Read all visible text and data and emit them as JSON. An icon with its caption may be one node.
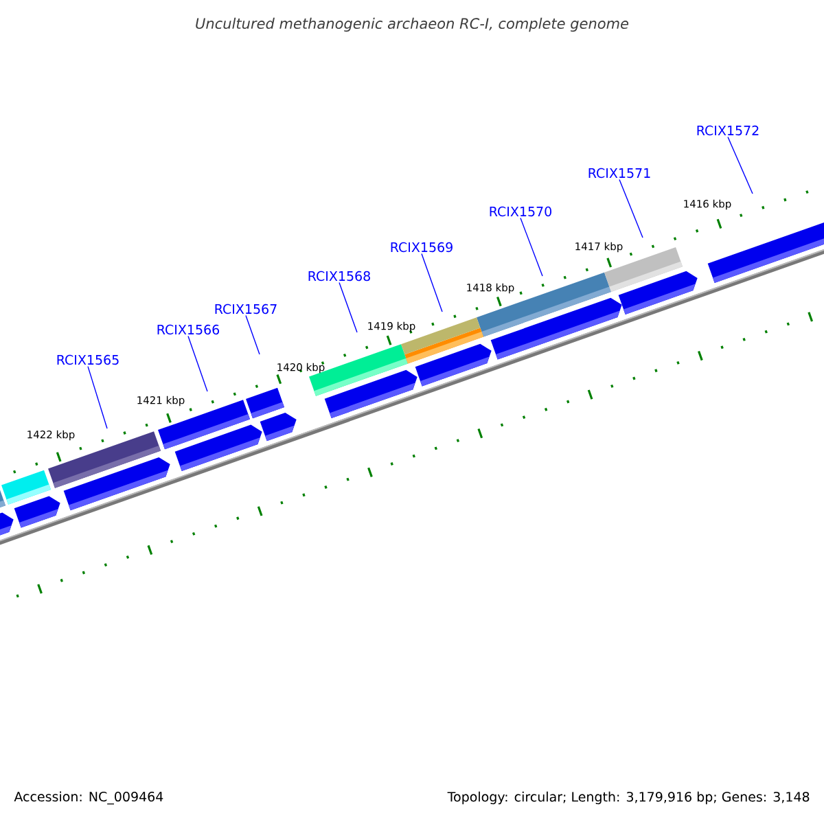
{
  "diagram": {
    "title": "Uncultured methanogenic archaeon RC-I, complete genome",
    "nodes": [
      {
        "text": [
          "RCIX1565"
        ]
      },
      {
        "text": [
          "RCIX1566"
        ]
      },
      {
        "text": [
          "RCIX1567"
        ]
      },
      {
        "text": [
          "RCIX1568"
        ]
      },
      {
        "text": [
          "RCIX1569"
        ]
      },
      {
        "text": [
          "RCIX1570"
        ]
      },
      {
        "text": [
          "RCIX1571"
        ]
      },
      {
        "text": [
          "RCIX1572"
        ]
      }
    ],
    "edges": [
      {
        "from": 0,
        "to": null,
        "arrow": "none"
      },
      {
        "from": 1,
        "to": null,
        "arrow": "none"
      },
      {
        "from": 2,
        "to": null,
        "arrow": "none"
      },
      {
        "from": 3,
        "to": null,
        "arrow": "none"
      },
      {
        "from": 4,
        "to": null,
        "arrow": "none"
      },
      {
        "from": 5,
        "to": null,
        "arrow": "none"
      },
      {
        "from": 6,
        "to": null,
        "arrow": "none"
      },
      {
        "from": 7,
        "to": null,
        "arrow": "none"
      }
    ],
    "labels": [
      "1416 kbp",
      "1417 kbp",
      "1418 kbp",
      "1419 kbp",
      "1420 kbp",
      "1421 kbp",
      "1422 kbp",
      "Accession: NC_009464",
      "Topology: circular; Length: 3,179,916 bp; Genes: 3,148"
    ]
  }
}
